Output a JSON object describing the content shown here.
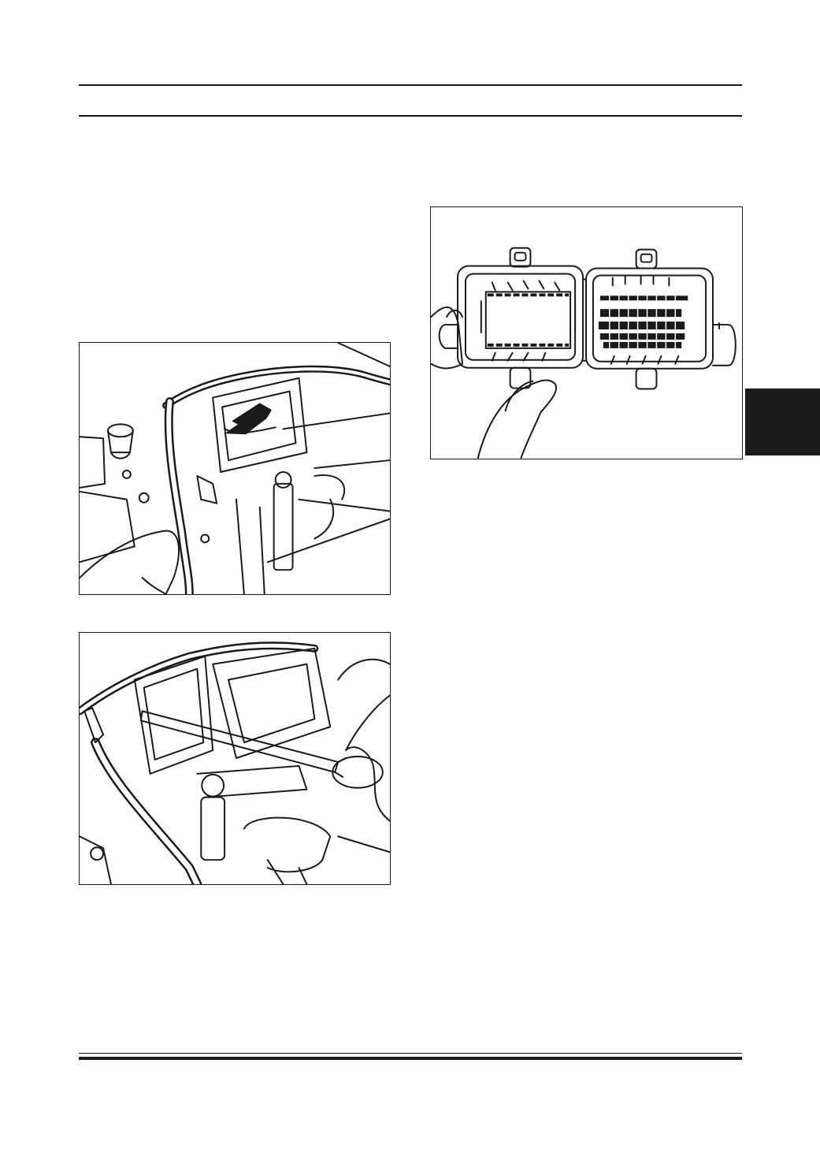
{
  "page": {
    "background": "#ffffff",
    "ink": "#1a1a1a"
  },
  "header": {},
  "figures": [
    {
      "id": "ecu-harness-connector-pin-view"
    },
    {
      "id": "ecu-location-arrow-view"
    },
    {
      "id": "ecu-removal-screwdriver-view"
    }
  ],
  "section_tab": {
    "color": "#1a1a1a"
  },
  "footer": {}
}
